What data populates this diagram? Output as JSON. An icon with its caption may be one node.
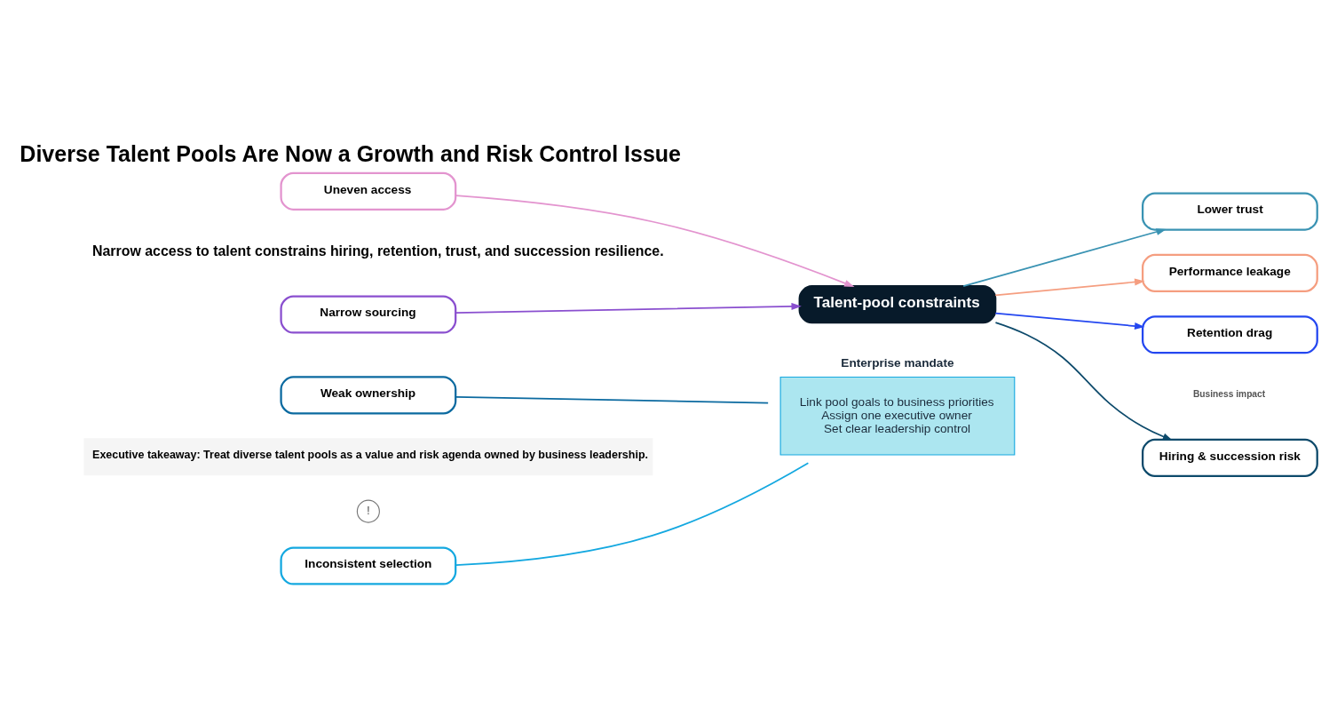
{
  "diagram": {
    "title": "Diverse Talent Pools Are Now a Growth and Risk Control Issue",
    "nodes": [
      {
        "text": [
          "Narrow sourcing"
        ]
      },
      {
        "text": [
          "Uneven access"
        ]
      },
      {
        "text": [
          "Inconsistent selection"
        ]
      },
      {
        "text": [
          "Weak ownership"
        ]
      },
      {
        "text": [
          "Talent-pool constraints"
        ]
      },
      {
        "text": [
          "Enterprise mandate",
          "Link pool goals to business priorities",
          "Assign one executive owner",
          "Set clear leadership control"
        ]
      },
      {
        "text": [
          "Hiring & succession risk"
        ]
      },
      {
        "text": [
          "Retention drag"
        ]
      },
      {
        "text": [
          "Lower trust"
        ]
      },
      {
        "text": [
          "Performance leakage"
        ]
      }
    ],
    "edges": [
      {
        "from": 0,
        "to": 4,
        "arrow": "to",
        "color": "#8a4fcf"
      },
      {
        "from": 1,
        "to": 4,
        "arrow": "to",
        "color": "#e394cf"
      },
      {
        "from": 2,
        "to": 5,
        "arrow": "none",
        "color": "#14a8e0"
      },
      {
        "from": 3,
        "to": 5,
        "arrow": "none",
        "color": "#0b6aa0"
      },
      {
        "from": 4,
        "to": 6,
        "arrow": "to",
        "color": "#0d4a6b"
      },
      {
        "from": 4,
        "to": 7,
        "arrow": "to",
        "color": "#2447f0"
      },
      {
        "from": 4,
        "to": 8,
        "arrow": "to",
        "color": "#3a93b3"
      },
      {
        "from": 4,
        "to": 9,
        "arrow": "to",
        "color": "#f59e80"
      }
    ],
    "labels": [
      "Narrow access to talent constrains hiring, retention, trust, and succession resilience.",
      "Business impact",
      "!",
      "Executive takeaway: Treat diverse talent pools as a value and risk agenda owned by business leadership."
    ]
  }
}
